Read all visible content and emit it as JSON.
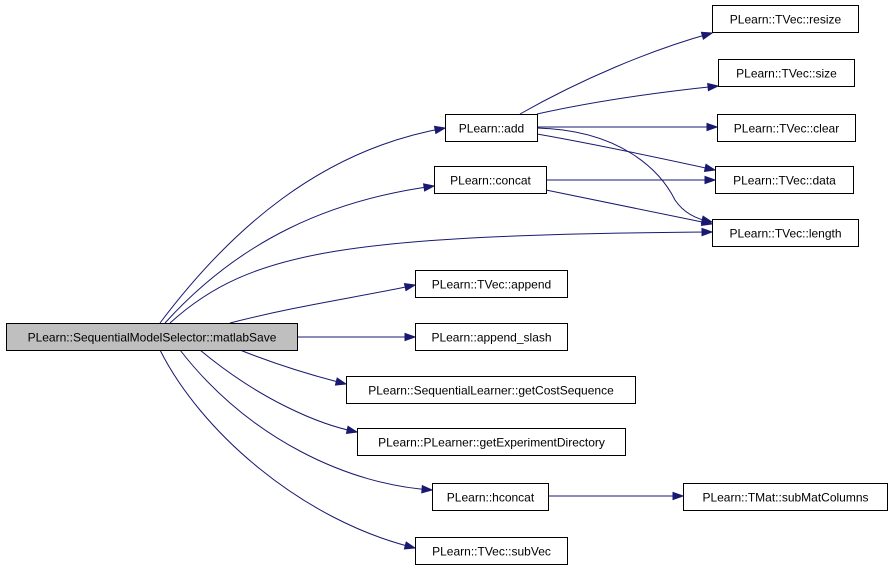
{
  "diagram": {
    "root_color": "#bfbfbf",
    "edge_color": "#191970",
    "nodes": [
      {
        "id": "root",
        "label": "PLearn::SequentialModelSelector::matlabSave",
        "root": true
      },
      {
        "id": "add",
        "label": "PLearn::add"
      },
      {
        "id": "concat",
        "label": "PLearn::concat"
      },
      {
        "id": "tvec_append",
        "label": "PLearn::TVec::append"
      },
      {
        "id": "append_slash",
        "label": "PLearn::append_slash"
      },
      {
        "id": "getcostseq",
        "label": "PLearn::SequentialLearner::getCostSequence"
      },
      {
        "id": "getexpdir",
        "label": "PLearn::PLearner::getExperimentDirectory"
      },
      {
        "id": "hconcat",
        "label": "PLearn::hconcat"
      },
      {
        "id": "subvec",
        "label": "PLearn::TVec::subVec"
      },
      {
        "id": "resize",
        "label": "PLearn::TVec::resize"
      },
      {
        "id": "size",
        "label": "PLearn::TVec::size"
      },
      {
        "id": "clear",
        "label": "PLearn::TVec::clear"
      },
      {
        "id": "data",
        "label": "PLearn::TVec::data"
      },
      {
        "id": "length",
        "label": "PLearn::TVec::length"
      },
      {
        "id": "submatcols",
        "label": "PLearn::TMat::subMatColumns"
      }
    ],
    "edges": [
      {
        "from": "root",
        "to": "add"
      },
      {
        "from": "root",
        "to": "concat"
      },
      {
        "from": "root",
        "to": "length"
      },
      {
        "from": "root",
        "to": "tvec_append"
      },
      {
        "from": "root",
        "to": "append_slash"
      },
      {
        "from": "root",
        "to": "getcostseq"
      },
      {
        "from": "root",
        "to": "getexpdir"
      },
      {
        "from": "root",
        "to": "hconcat"
      },
      {
        "from": "root",
        "to": "subvec"
      },
      {
        "from": "add",
        "to": "resize"
      },
      {
        "from": "add",
        "to": "size"
      },
      {
        "from": "add",
        "to": "clear"
      },
      {
        "from": "add",
        "to": "data"
      },
      {
        "from": "add",
        "to": "length"
      },
      {
        "from": "concat",
        "to": "data"
      },
      {
        "from": "concat",
        "to": "length"
      },
      {
        "from": "hconcat",
        "to": "submatcols"
      }
    ]
  }
}
